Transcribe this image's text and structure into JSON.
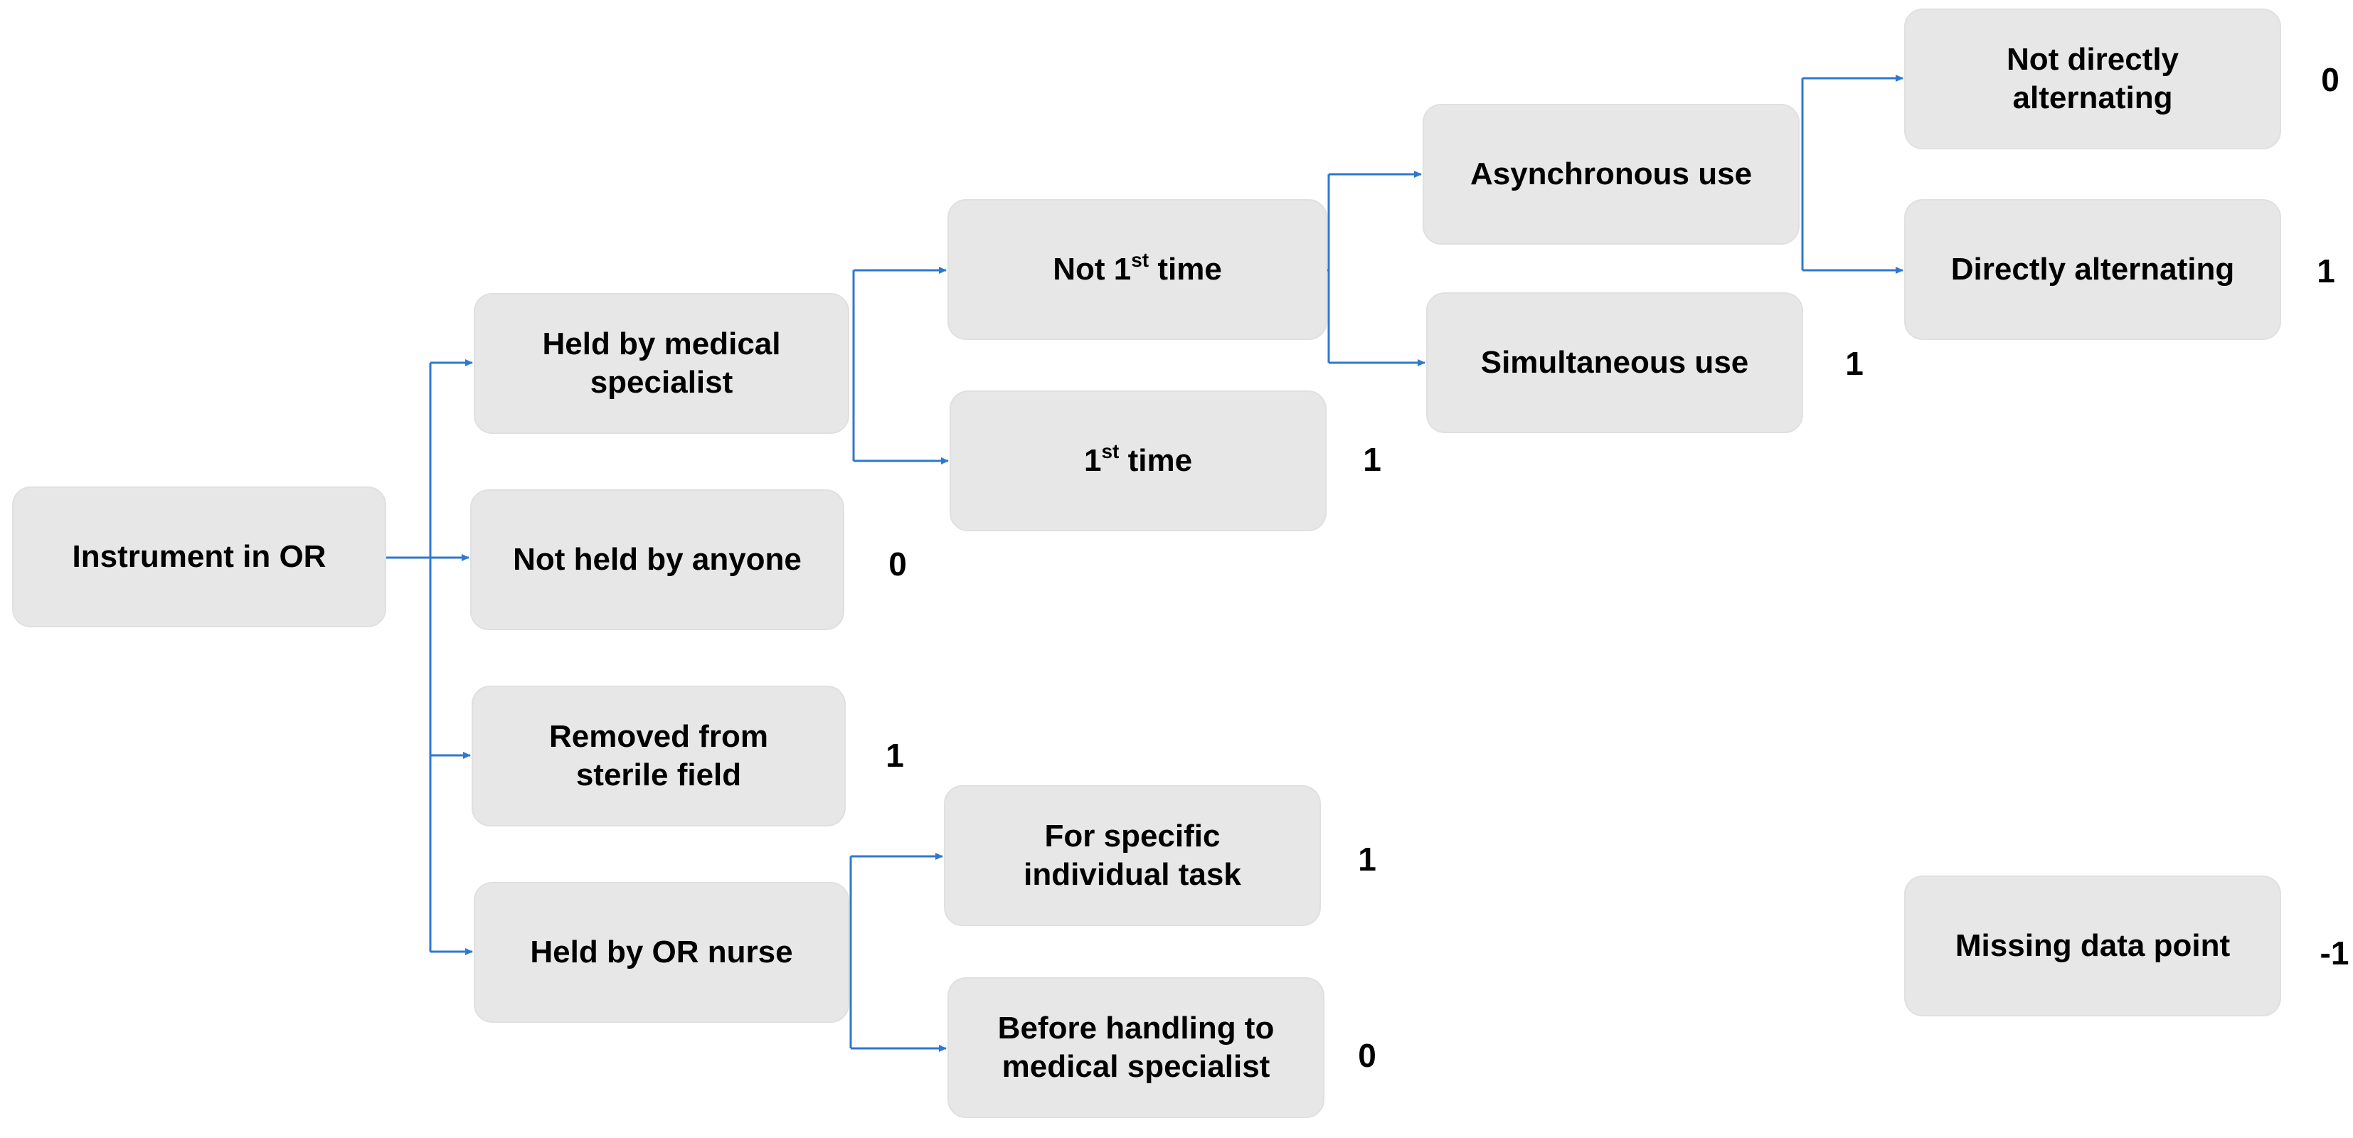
{
  "colors": {
    "node_fill": "#e7e7e7",
    "connector": "#2f78cf",
    "text": "#000000"
  },
  "nodes": {
    "root": "Instrument in OR",
    "held_med_1": "Held by medical",
    "held_med_2": "specialist",
    "not_held": "Not held by anyone",
    "removed_1": "Removed from",
    "removed_2": "sterile field",
    "held_nurse": "Held by OR nurse",
    "not_first_a": "Not 1",
    "not_first_sup": "st",
    "not_first_b": " time",
    "first_a": "1",
    "first_sup": "st",
    "first_b": " time",
    "specific_1": "For specific",
    "specific_2": "individual task",
    "before_1": "Before handling to",
    "before_2": "medical specialist",
    "async": "Asynchronous use",
    "simul": "Simultaneous use",
    "not_direct_1": "Not directly",
    "not_direct_2": "alternating",
    "direct": "Directly alternating",
    "missing": "Missing data point"
  },
  "scores": {
    "not_held": "0",
    "removed": "1",
    "first": "1",
    "simul": "1",
    "not_direct": "0",
    "direct": "1",
    "specific": "1",
    "before": "0",
    "missing": "-1"
  }
}
